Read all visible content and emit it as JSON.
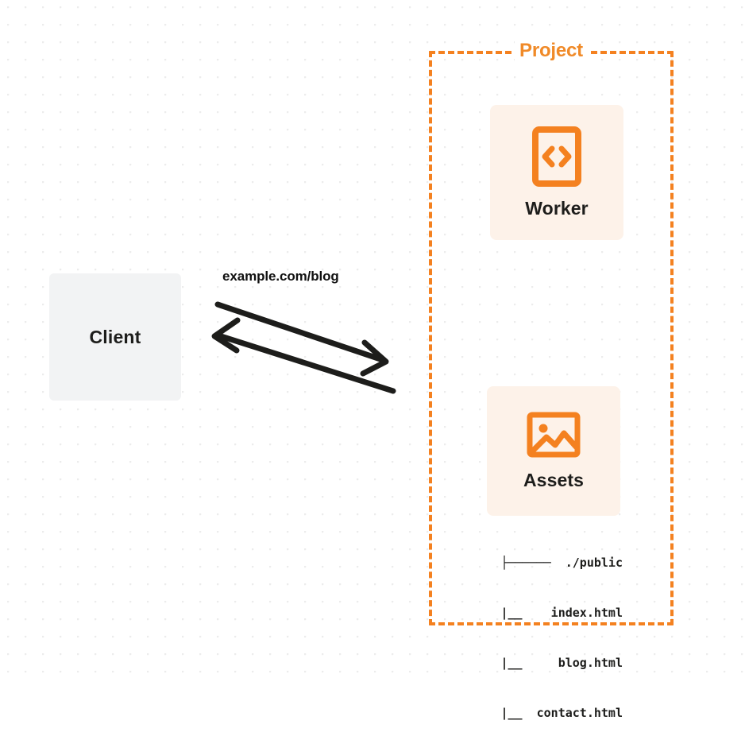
{
  "diagram": {
    "title_visible": false,
    "colors": {
      "brand_orange": "#f48120",
      "title_orange": "#f08a28",
      "card_background": "#fdf2e9",
      "client_background": "#f2f3f4",
      "text_dark": "#1d1d1b",
      "grid_dot": "#ececec",
      "canvas_background": "#ffffff"
    },
    "client": {
      "label": "Client"
    },
    "connection": {
      "label": "example.com/blog",
      "request_direction": "client-to-project",
      "response_direction": "project-to-client"
    },
    "project": {
      "title": "Project",
      "border_style": "dashed",
      "nodes": [
        {
          "id": "worker",
          "label": "Worker",
          "icon": "code-brackets-icon"
        },
        {
          "id": "assets",
          "label": "Assets",
          "icon": "image-picture-icon"
        }
      ],
      "file_tree": [
        "├──────  ./public",
        "     |__    index.html",
        "     |__     blog.html",
        "     |__  contact.html"
      ]
    }
  }
}
